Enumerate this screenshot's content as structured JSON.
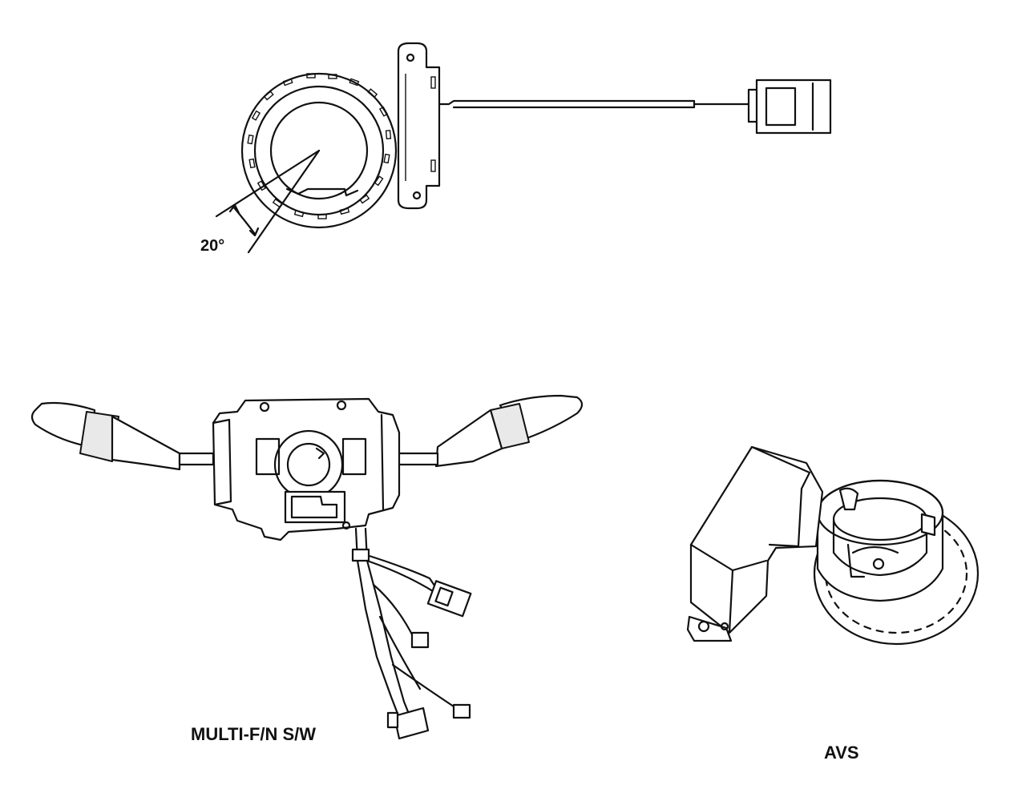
{
  "labels": {
    "angle": "20°",
    "multifunction_switch": "MULTI-F/N S/W",
    "avs": "AVS"
  },
  "icons": [
    "clock-spring-sensor",
    "multifunction-switch",
    "avs-sensor"
  ]
}
